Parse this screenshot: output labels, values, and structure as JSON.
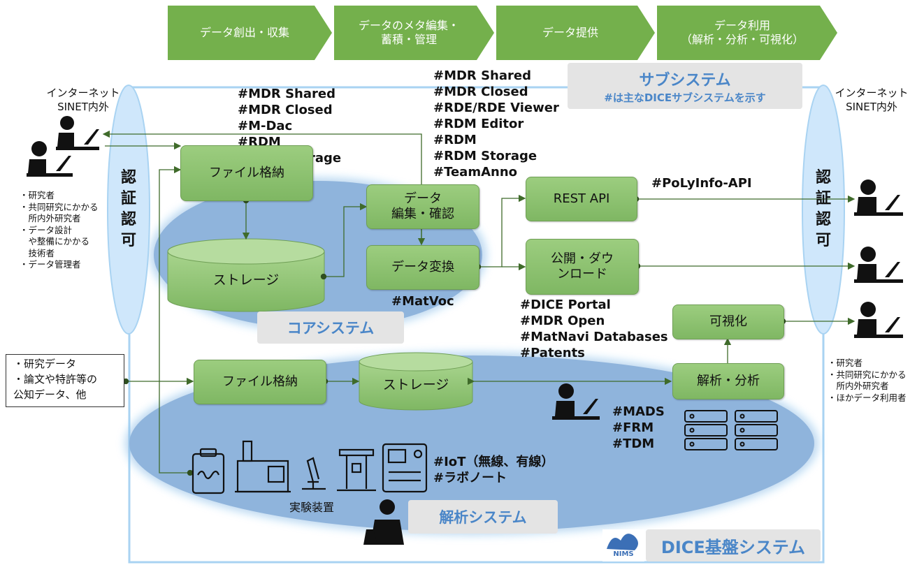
{
  "process_steps": [
    "データ創出・収集",
    "データのメタ編集・\n蓄積・管理",
    "データ提供",
    "データ利用\n（解析・分析・可視化）"
  ],
  "subsystem_label": {
    "title": "サブシステム",
    "subtitle": "#は主なDICEサブシステムを示す"
  },
  "internet_label": "インターネット\nSINET内外",
  "auth_label": "認\n証\n認\n可",
  "left_users": [
    "・研究者",
    "・共同研究にかかる",
    "　所内外研究者",
    "・データ設計",
    "　や整備にかかる",
    "　技術者",
    "・データ管理者"
  ],
  "right_users": [
    "・研究者",
    "・共同研究にかかる",
    "　所内外研究者",
    "・ほかデータ利用者"
  ],
  "core": {
    "file_storage": "ファイル格納",
    "storage": "ストレージ",
    "edit_confirm": "データ\n編集・確認",
    "convert": "データ変換",
    "label": "コアシステム",
    "tags_file": [
      "#MDR Shared",
      "#MDR Closed",
      "#M-Dac",
      "#RDM",
      "#RDM Storage"
    ],
    "tags_edit": [
      "#MDR Shared",
      "#MDR Closed",
      "#RDE/RDE Viewer",
      "#RDM Editor",
      "#RDM",
      "#RDM Storage",
      "#TeamAnno"
    ],
    "tags_convert": [
      "#MatVoc"
    ]
  },
  "provision": {
    "rest_api": "REST API",
    "rest_tags": [
      "#PoLyInfo-API"
    ],
    "download": "公開・ダウ\nンロード",
    "download_tags": [
      "#DICE Portal",
      "#MDR Open",
      "#MatNavi Databases",
      "#Patents"
    ],
    "visualize": "可視化",
    "analyze": "解析・分析"
  },
  "analysis": {
    "input_box": [
      "・研究データ",
      "・論文や特許等の",
      "公知データ、他"
    ],
    "file_storage": "ファイル格納",
    "storage": "ストレージ",
    "tags_analyze": [
      "#MADS",
      "#FRM",
      "#TDM"
    ],
    "tags_iot": [
      "#IoT（無線、有線）",
      "#ラボノート"
    ],
    "equipment_label": "実験装置",
    "label": "解析システム"
  },
  "dice_label": "DICE基盤システム",
  "nims_logo": "NIMS",
  "colors": {
    "green": "#8cc26f",
    "arrow_green": "#74b04c",
    "ellipse_blue": "#8fb4dc",
    "label_blue": "#4a86c8",
    "line": "#3f6b2a"
  }
}
